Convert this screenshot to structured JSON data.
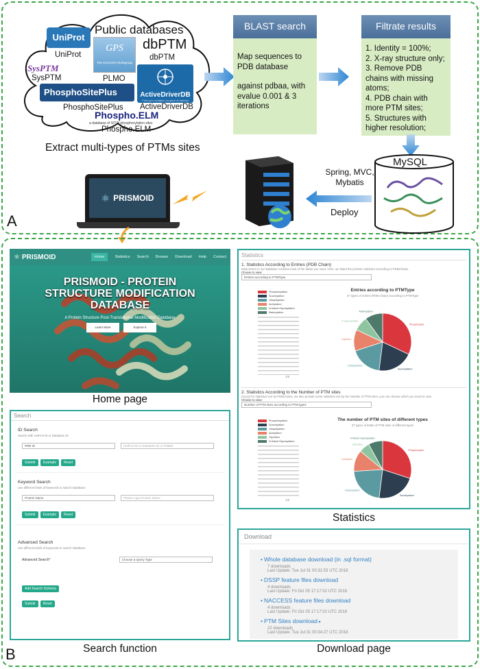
{
  "panel_a": {
    "label": "A",
    "cloud_title": "Public databases",
    "extract_text": "Extract multi-types of PTMs sites",
    "databases": [
      {
        "logo": "UniProt",
        "name": "UniProt"
      },
      {
        "logo": "dbPTM",
        "name": "dbPTM"
      },
      {
        "logo": "SysPTM",
        "name": "SysPTM"
      },
      {
        "logo": "GPS",
        "name": "PLMO"
      },
      {
        "logo": "PhosphoSitePlus",
        "name": "PhosphoSitePlus"
      },
      {
        "logo": "ActiveDriverDB",
        "name": "ActiveDriverDB"
      },
      {
        "logo": "Phospho.ELM",
        "name": "Phospho.ELM"
      }
    ],
    "gps_sub": "The CUCKOO Workgroup",
    "elm_sub": "a database of S/T/Y phosphorylation sites",
    "activedriver_sub": "Find your mutation on gene of interest",
    "blast_header": "BLAST search",
    "blast_body": [
      "Map sequences to PDB database",
      "against pdbaa, with evalue 0.001 & 3 iterations"
    ],
    "filtrate_header": "Filtrate results",
    "filtrate_body": [
      "1. Identity = 100%;",
      "2. X-ray structure only;",
      "3. Remove PDB chains with missing atoms;",
      "4. PDB chain with more PTM sites;",
      "5. Structures with higher resolution;"
    ],
    "mysql_label": "MySQL",
    "framework_label": "Spring, MVC, Mybatis",
    "deploy_label": "Deploy",
    "laptop_brand": "PRISMOID"
  },
  "panel_b": {
    "label": "B",
    "home": {
      "brand": "PRISMOID",
      "nav": [
        "Home",
        "Statistics",
        "Search",
        "Browse",
        "Download",
        "Help",
        "Contact"
      ],
      "hero_title_1": "PRISMOID - PROTEIN",
      "hero_title_2": "STRUCTURE MODIFICATION",
      "hero_title_3": "DATABASE",
      "hero_sub": "A Protein Structure Post-Translational Modification Database",
      "btn_learn": "Learn More",
      "btn_explore": "Explore it",
      "caption": "Home page"
    },
    "statistics": {
      "title": "Statistics",
      "sec1_title": "1. Statistics According to Entries (PDB Chain)",
      "sec1_desc": "Data stores in our database contains most of the datas you need. Here, we listed the proteins statistics according to PDBChains.",
      "choose": "Choose to view:",
      "sec1_select": "Entries according to PTMType",
      "chart1_title": "Entries according to PTMType",
      "chart1_sub": "37 types of entries (PDB Chain) according to PTMType",
      "sec2_title": "2. Statistics According to the Number of PTM sites",
      "sec2_desc": "Except for statistics sort by PDBChains, we also provide some statistics sort by the Number of PTM sites, you can choose which you need to view.",
      "sec2_select": "Number of PTM sites according to PTM types",
      "chart2_title": "The number of PTM sites of different types",
      "chart2_sub": "37 types of totals of PTM sites of different types",
      "legend": [
        "Phosphorylation",
        "Succinylation",
        "Ubiquitylation",
        "Acetylation",
        "N-linked Glycosylation",
        "Malonylation"
      ],
      "legend2": [
        "Phosphorylation",
        "Succinylation",
        "Ubiquitylation",
        "Acetylation",
        "Glycation",
        "N-linked Glycosylation"
      ],
      "pager1": "1/8",
      "pager2": "1/8",
      "caption": "Statistics",
      "pie_colors": [
        "#d9363e",
        "#2c3e50",
        "#5b9aa0",
        "#e8826a",
        "#8fc4a0",
        "#4d7a6a"
      ]
    },
    "search": {
      "title": "Search",
      "id_title": "ID Search",
      "id_desc": "Search with UniProt ID or Database ID.",
      "id_select": "PDB ID",
      "id_placeholder": "UniProt ID or Database ID or PDBID",
      "kw_title": "Keyword Search",
      "kw_desc": "Use different kinds of keywords to search Database.",
      "kw_select": "Protein Name",
      "kw_placeholder": "Please Input Protein Name",
      "adv_title": "Advanced Search",
      "adv_desc": "Use different kinds of keywords to search Database.",
      "adv_label": "Advanced Search*",
      "adv_select": "Choose a Query Type",
      "btn_submit": "Submit",
      "btn_example": "Example",
      "btn_reset": "Reset",
      "btn_add": "Add Search Schema",
      "caption": "Search function"
    },
    "download": {
      "title": "Download",
      "items": [
        {
          "name": "Whole database download (in .sql format)",
          "count": "7 downloads",
          "updated": "Last Update: Tue Jul 31 00:31:53 UTC 2018"
        },
        {
          "name": "DSSP feature files download",
          "count": "4 downloads",
          "updated": "Last Update: Fri Oct 05 17:17:02 UTC 2018"
        },
        {
          "name": "NACCESS feature files download",
          "count": "4 downloads",
          "updated": "Last Update: Fri Oct 05 17:17:02 UTC 2018"
        },
        {
          "name": "PTM Sites download",
          "count": "22 downloads",
          "updated": "Last Update: Tue Jul 31 00:34:27 UTC 2018"
        }
      ],
      "caption": "Download page"
    }
  }
}
